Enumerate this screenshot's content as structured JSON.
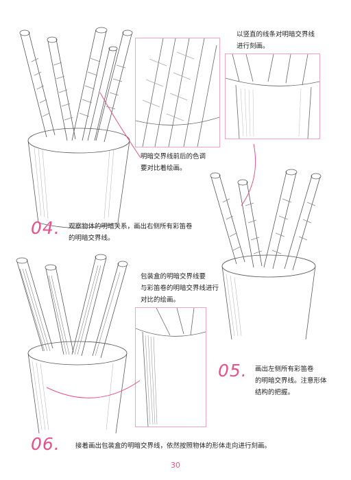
{
  "steps": [
    {
      "number": "04.",
      "text_line1": "观察物体的明暗关系，画出右侧所有彩笛卷",
      "text_line2": "的明暗交界线。"
    },
    {
      "number": "05.",
      "text_line1": "画出左侧所有彩笛卷",
      "text_line2": "的明暗交界线。注意形体",
      "text_line3": "结构的把握。"
    },
    {
      "number": "06.",
      "text_line1": "接着画出包装盒的明暗交界线，依然按照物体的形体走向进行刻画。"
    }
  ],
  "notes": {
    "top_right_line1": "以竖直的线条对明暗交界线",
    "top_right_line2": "进行刻画。",
    "middle_line1": "明暗交界线前后的色调",
    "middle_line2": "要对比着绘画。",
    "lower_line1": "包装盒的明暗交界线要",
    "lower_line2": "与彩笛卷的明暗交界线进行",
    "lower_line3": "对比的绘画。"
  },
  "page_number": "30",
  "colors": {
    "accent": "#e8508a",
    "frame": "#f2a3c0",
    "pencil": "#555555"
  }
}
